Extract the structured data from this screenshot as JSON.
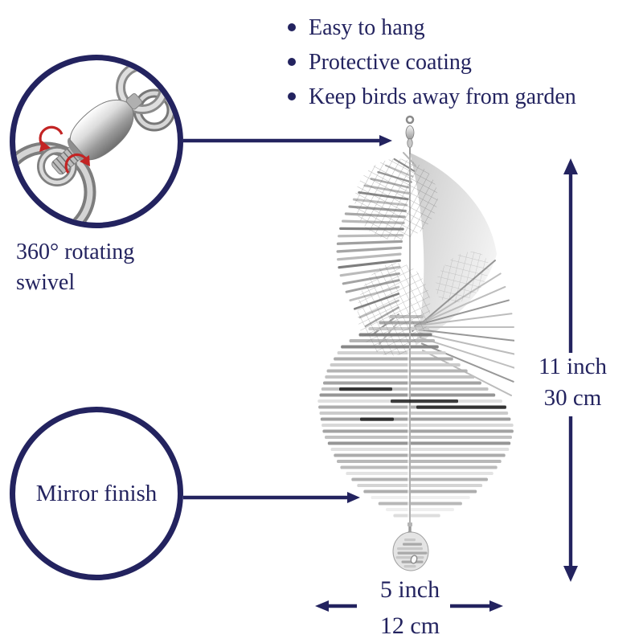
{
  "features": {
    "items": [
      "Easy to hang",
      "Protective coating",
      "Keep birds away from garden"
    ]
  },
  "callouts": {
    "swivel": {
      "line1": "360° rotating",
      "line2": "swivel"
    },
    "mirror": {
      "label": "Mirror finish"
    }
  },
  "dimensions": {
    "height": {
      "imperial": "11 inch",
      "metric": "30 cm"
    },
    "width": {
      "imperial": "5 inch",
      "metric": "12 cm"
    }
  },
  "colors": {
    "annotation_navy": "#23235f",
    "rotation_arrow_red": "#c32424",
    "steel_light": "#e8e8e8",
    "steel_mid": "#b4b4b4",
    "steel_dark": "#6e6e6e",
    "background": "#ffffff"
  }
}
